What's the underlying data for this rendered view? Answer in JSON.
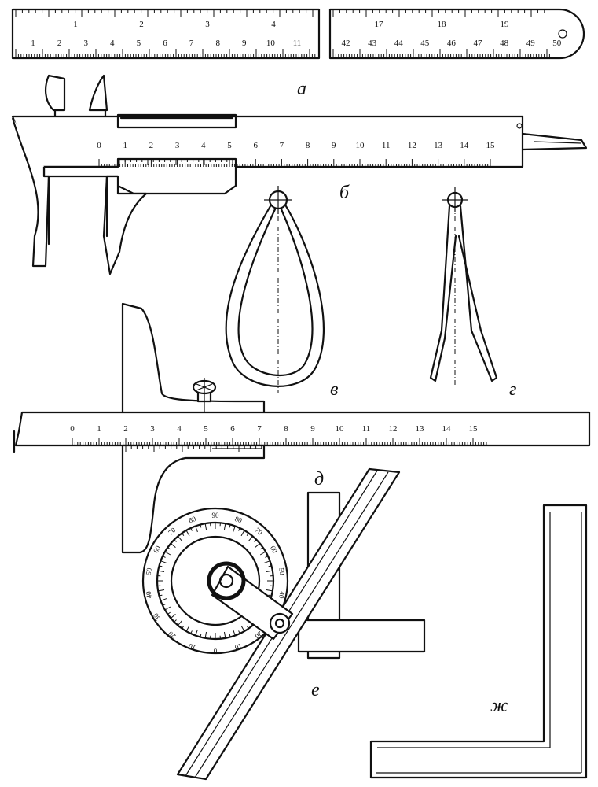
{
  "captions": {
    "a": "а",
    "b": "б",
    "v": "в",
    "g": "г",
    "d": "д",
    "e": "е",
    "zh": "ж"
  },
  "ruler_a": {
    "left_bottom_numbers": [
      "1",
      "2",
      "3",
      "4",
      "5",
      "6",
      "7",
      "8",
      "9",
      "10",
      "11"
    ],
    "left_top_numbers": [
      "1",
      "2",
      "3",
      "4"
    ],
    "right_bottom_numbers": [
      "42",
      "43",
      "44",
      "45",
      "46",
      "47",
      "48",
      "49",
      "50"
    ],
    "right_top_numbers": [
      "17",
      "18",
      "19"
    ]
  },
  "caliper_b": {
    "scale_numbers": [
      "0",
      "1",
      "2",
      "3",
      "4",
      "5",
      "6",
      "7",
      "8",
      "9",
      "10",
      "11",
      "12",
      "13",
      "14",
      "15"
    ]
  },
  "depth_gauge_d": {
    "scale_numbers": [
      "0",
      "1",
      "2",
      "3",
      "4",
      "5",
      "6",
      "7",
      "8",
      "9",
      "10",
      "11",
      "12",
      "13",
      "14",
      "15"
    ]
  },
  "protractor_e": {
    "dial_numbers": [
      "10",
      "20",
      "30",
      "40",
      "50",
      "60",
      "70",
      "80",
      "90",
      "80",
      "70",
      "60",
      "50",
      "40",
      "30",
      "20",
      "10",
      "0"
    ]
  }
}
